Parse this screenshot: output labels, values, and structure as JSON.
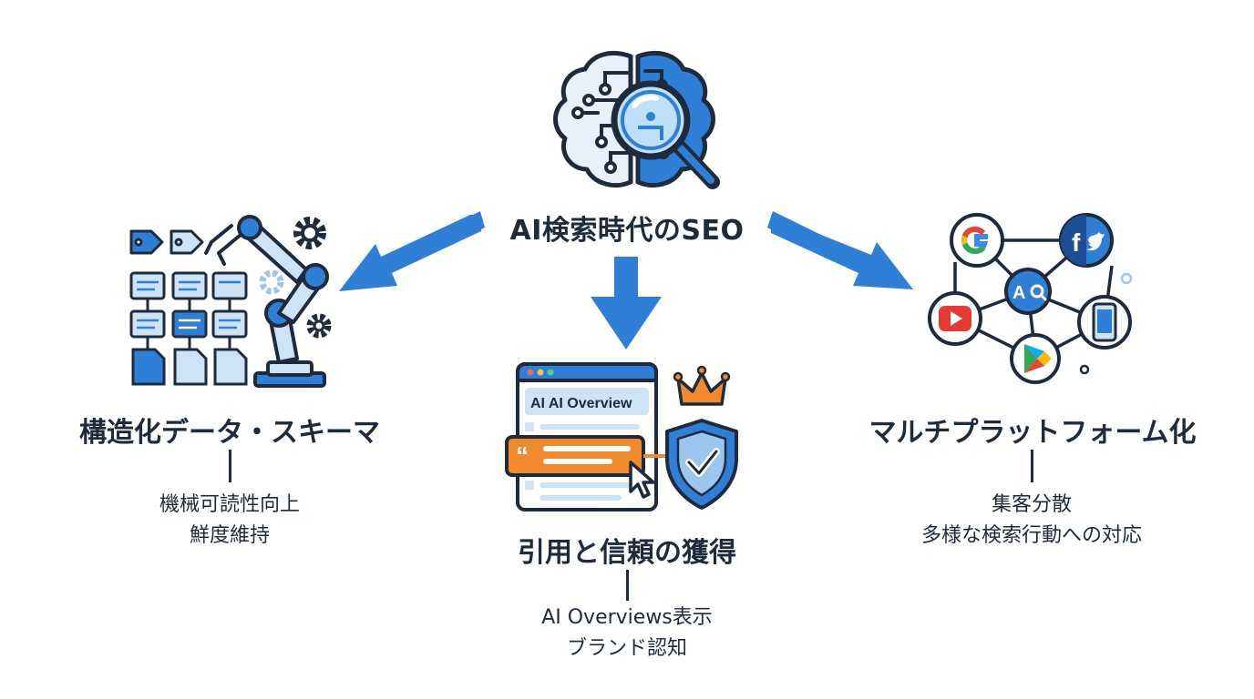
{
  "center": {
    "title": "AI検索時代のSEO"
  },
  "branches": [
    {
      "title": "構造化データ・スキーマ",
      "lines": [
        "機械可読性向上",
        "鮮度維持"
      ]
    },
    {
      "title": "引用と信頼の獲得",
      "lines": [
        "AI Overviews表示",
        "ブランド認知"
      ],
      "window_label": "AI  AI Overview"
    },
    {
      "title": "マルチプラットフォーム化",
      "lines": [
        "集客分散",
        "多様な検索行動への対応"
      ],
      "hub_label": "A"
    }
  ],
  "colors": {
    "primary_blue": "#2f7fd6",
    "dark_navy": "#1e2b3c",
    "light_blue": "#cfe3f7",
    "orange": "#f08a2c"
  },
  "icons": {
    "center": [
      "brain-icon",
      "magnifier-icon"
    ],
    "left": [
      "tag-icon",
      "document-grid-icon",
      "robot-arm-icon",
      "gear-icon"
    ],
    "middle": [
      "browser-window-icon",
      "quote-icon",
      "cursor-icon",
      "crown-icon",
      "shield-check-icon"
    ],
    "right": [
      "google-icon",
      "facebook-twitter-icon",
      "youtube-icon",
      "smartphone-icon",
      "play-store-icon",
      "ai-search-hub-icon"
    ]
  }
}
